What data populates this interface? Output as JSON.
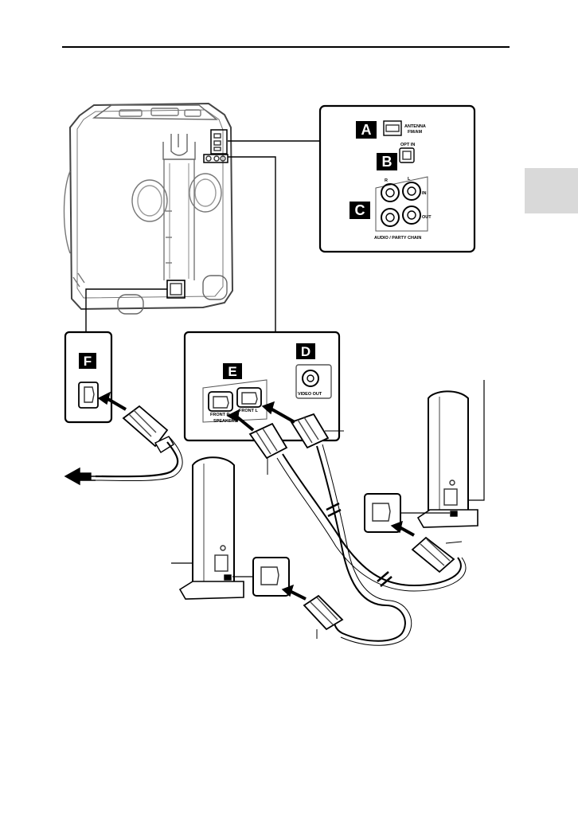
{
  "labels": {
    "a": "A",
    "b": "B",
    "c": "C",
    "d": "D",
    "e": "E",
    "f": "F"
  },
  "panel_text": {
    "antenna": "ANTENNA",
    "fm_am": "FM/AM",
    "opt_in": "OPT IN",
    "r": "R",
    "l": "L",
    "in": "IN",
    "out": "OUT",
    "audio_party_chain": "AUDIO / PARTY CHAIN",
    "video_out": "VIDEO OUT",
    "front_r": "FRONT R",
    "front_l": "FRONT L",
    "speakers": "SPEAKERS"
  }
}
